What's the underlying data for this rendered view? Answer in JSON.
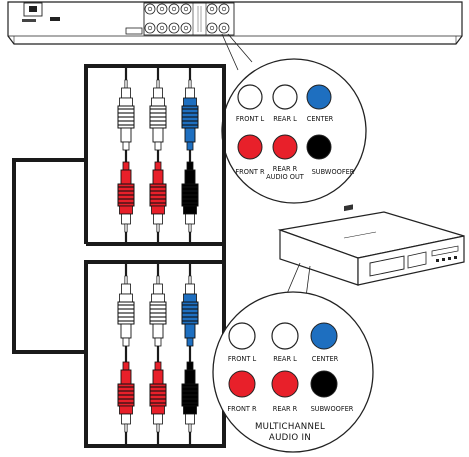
{
  "player_panel": {
    "jack_labels": {
      "front_l": "FRONT L",
      "rear_l": "REAR L",
      "center": "CENTER",
      "front_r": "FRONT R",
      "rear_r": "REAR R",
      "audio_out": "AUDIO OUT",
      "subwoofer": "SUBWOOFER"
    }
  },
  "receiver_panel": {
    "jack_labels": {
      "front_l": "FRONT L",
      "rear_l": "REAR L",
      "center": "CENTER",
      "front_r": "FRONT R",
      "rear_r": "REAR R",
      "subwoofer": "SUBWOOFER"
    },
    "caption_line1": "MULTICHANNEL",
    "caption_line2": "AUDIO IN"
  },
  "colors": {
    "white_jack": "#ffffff",
    "blue_jack": "#1e6fc0",
    "red_jack": "#e8202a",
    "black_jack": "#000000",
    "cable": "#1a1a1a"
  }
}
